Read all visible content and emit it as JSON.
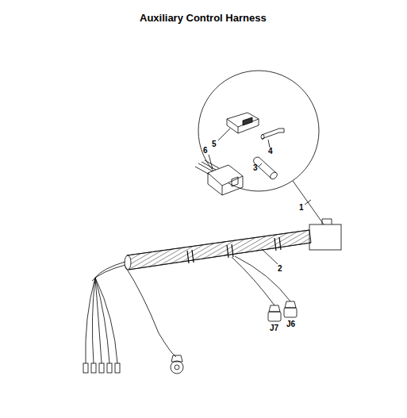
{
  "diagram": {
    "title": "Auxiliary Control Harness",
    "labels": [
      "5",
      "4",
      "6",
      "3",
      "1",
      "2",
      "J7",
      "J6"
    ]
  }
}
